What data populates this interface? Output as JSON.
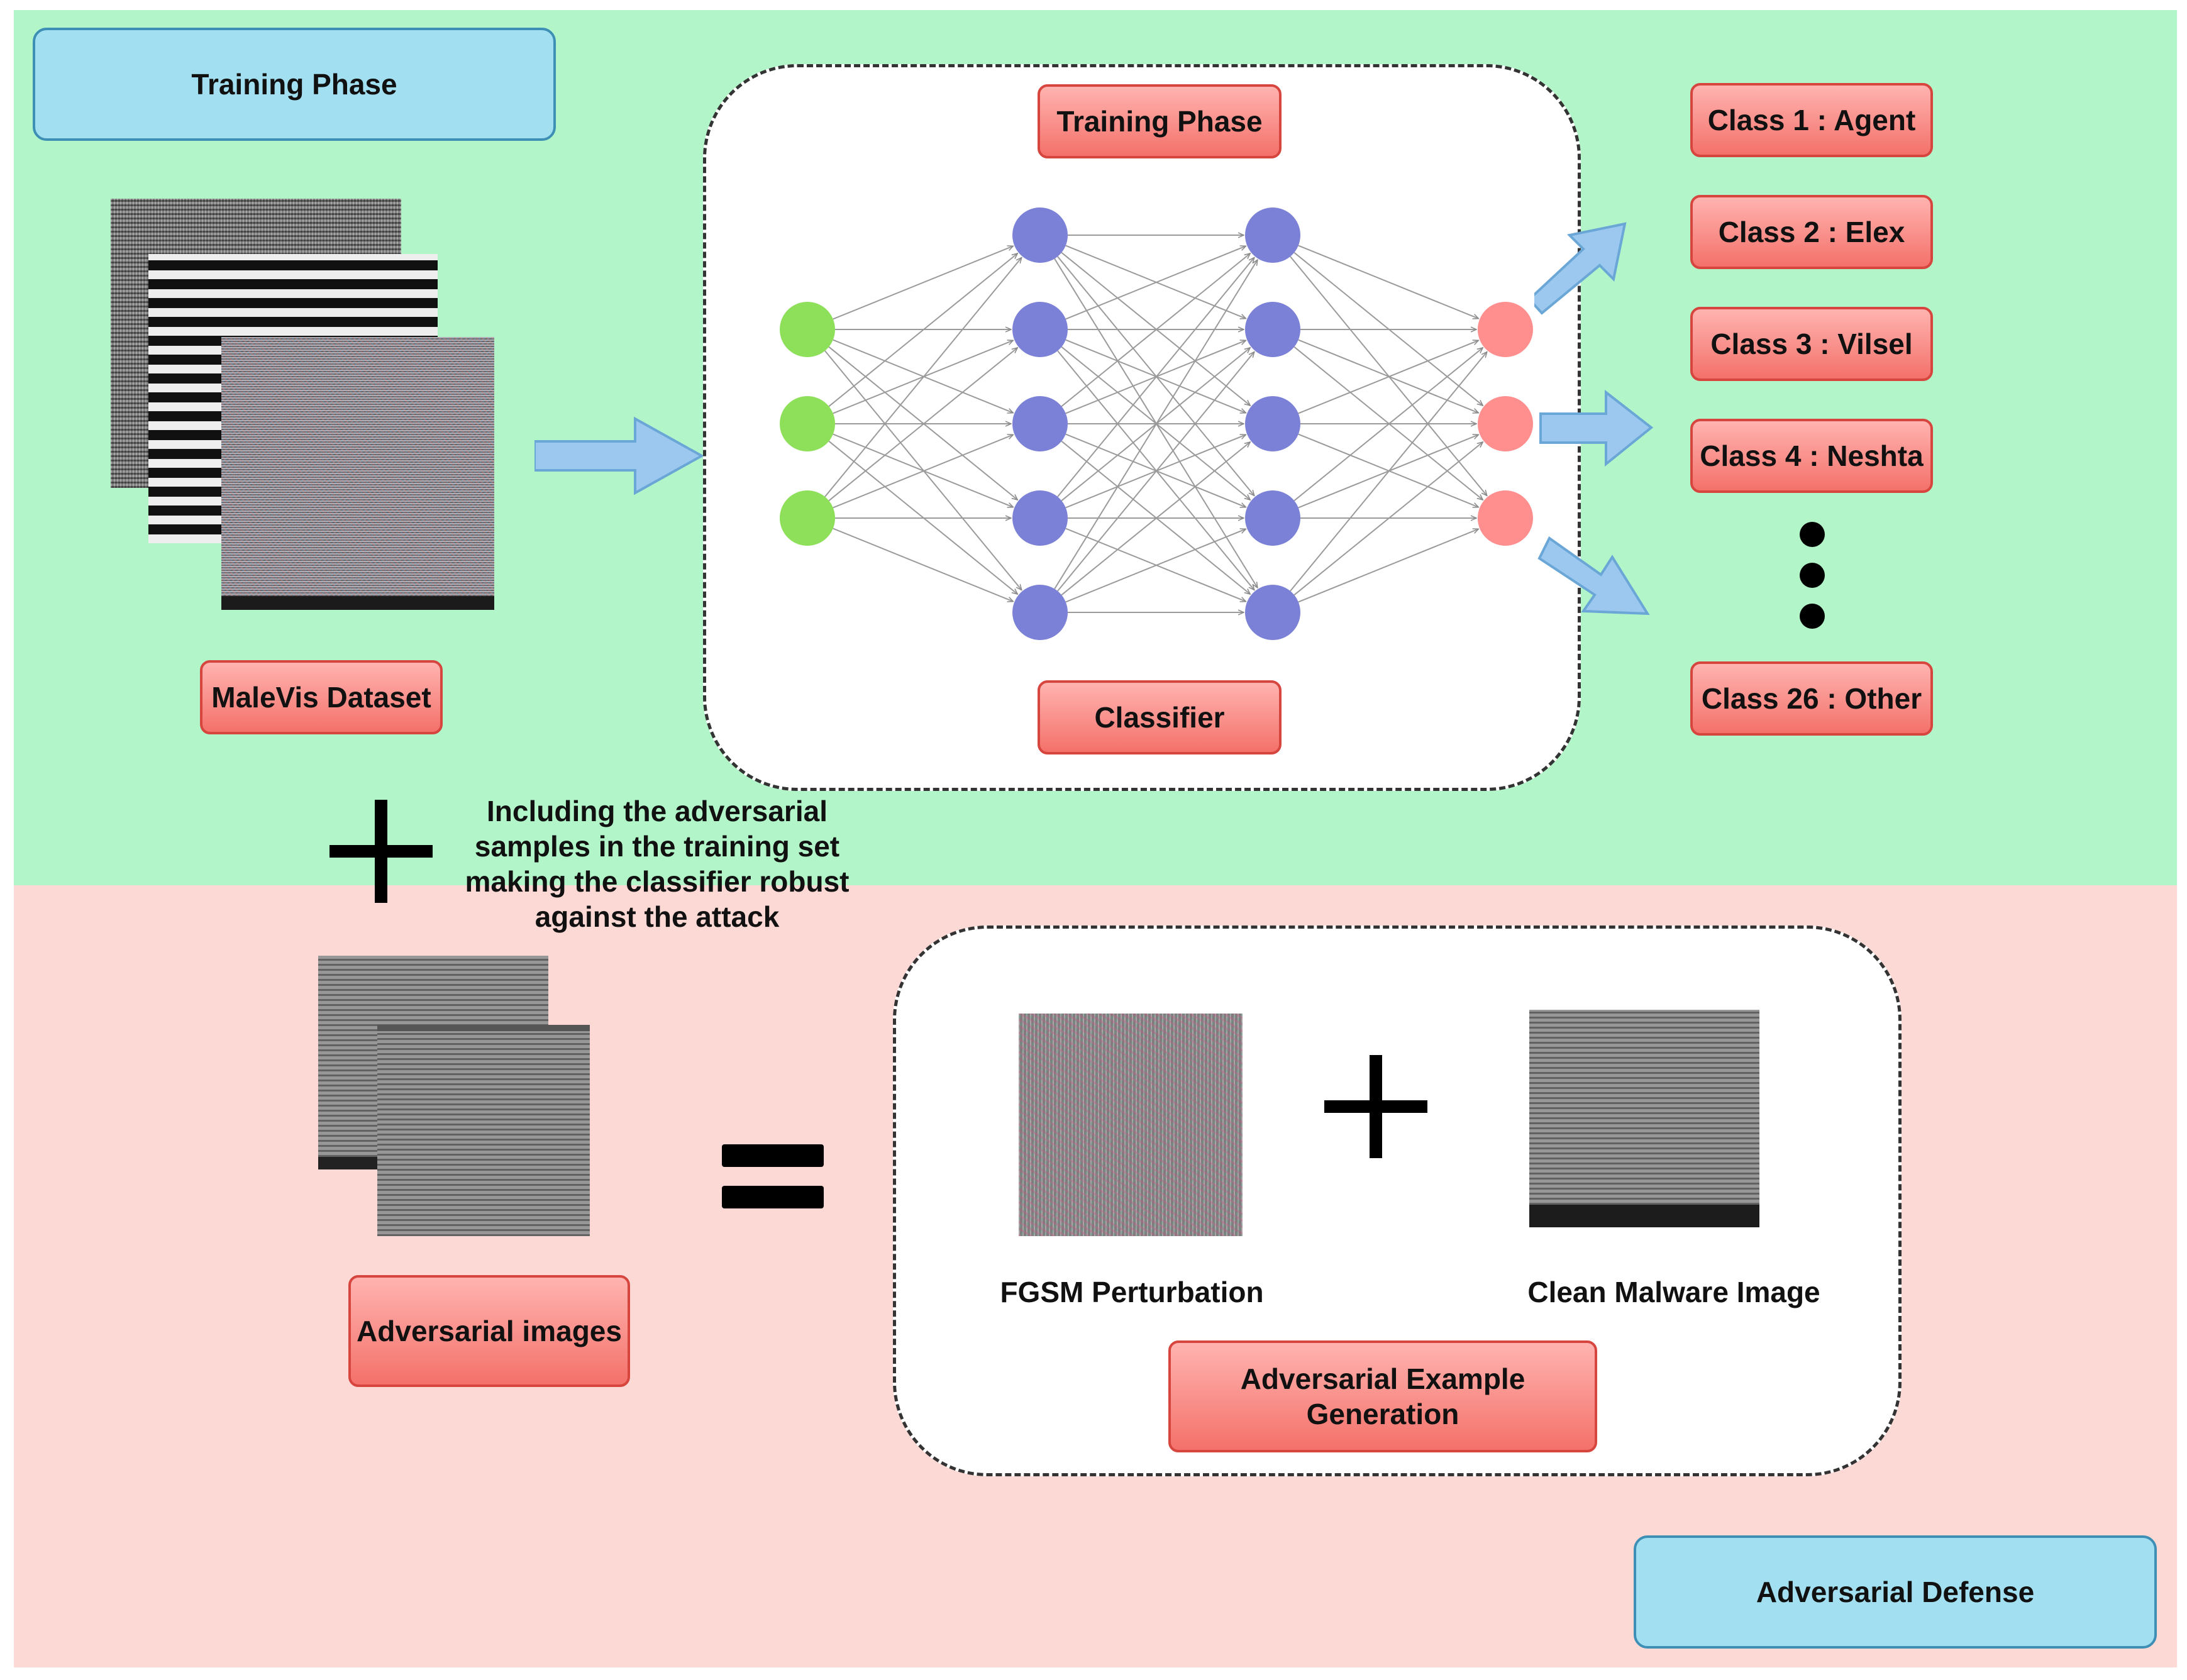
{
  "top_section": {
    "corner_label": "Training Phase",
    "dataset_label": "MaleVis Dataset",
    "model_panel": {
      "title": "Training Phase",
      "classifier_label": "Classifier"
    },
    "classes": [
      "Class 1 : Agent",
      "Class 2 : Elex",
      "Class 3 : Vilsel",
      "Class 4 : Neshta",
      "Class 26 : Other"
    ]
  },
  "middle": {
    "note_lines": [
      "Including the adversarial",
      "samples in the training set",
      "making the classifier robust",
      "against the attack"
    ]
  },
  "bottom_section": {
    "corner_label": "Adversarial Defense",
    "adversarial_images_label": "Adversarial images",
    "generation_panel": {
      "perturbation_caption": "FGSM Perturbation",
      "clean_caption": "Clean Malware Image",
      "title_lines": [
        "Adversarial Example",
        "Generation"
      ]
    }
  },
  "colors": {
    "top_bg": "#b2f5c9",
    "bottom_bg": "#fdd9d5",
    "input_node": "#8ee05a",
    "hidden_node": "#7b81d6",
    "output_node": "#ff8e8e",
    "arrow_fill": "#9cc8f0"
  }
}
